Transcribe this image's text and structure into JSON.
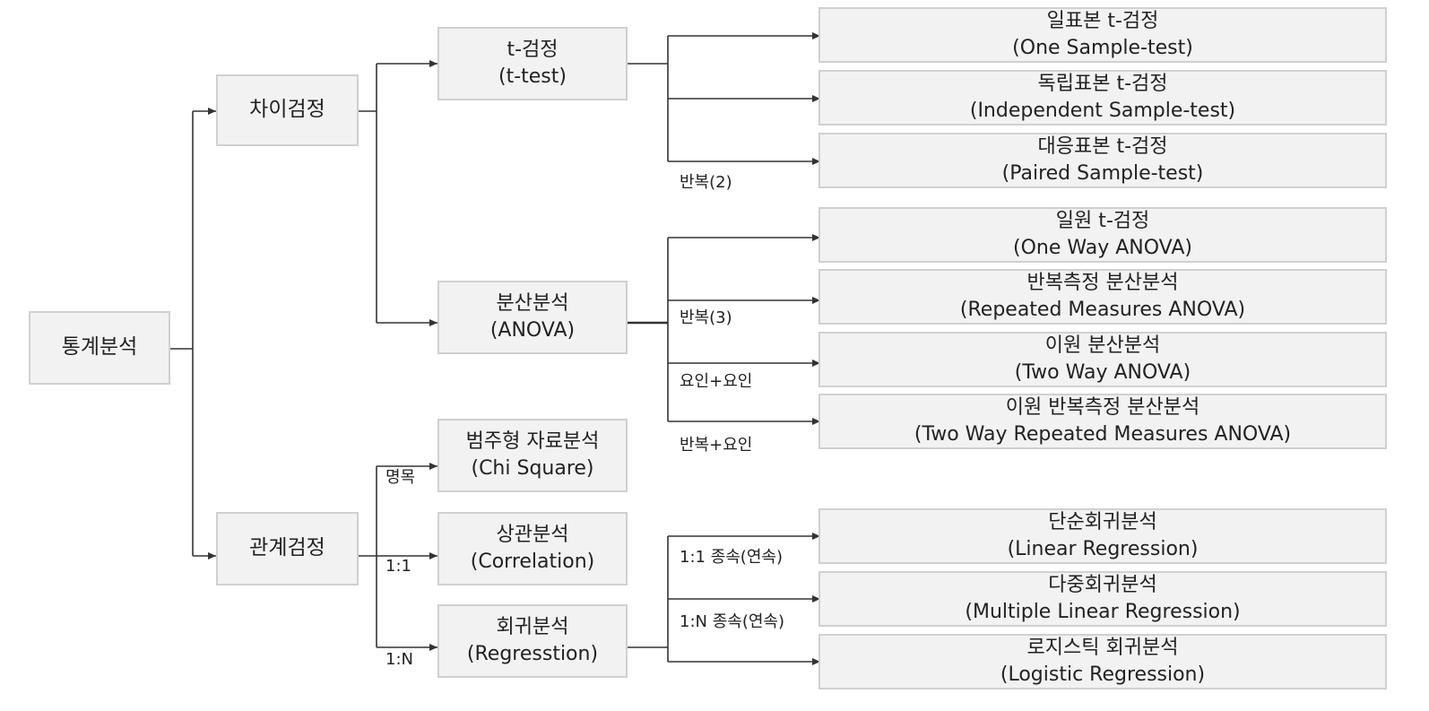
{
  "root": {
    "label": "통계분석"
  },
  "groups": {
    "difference": {
      "label": "차이검정"
    },
    "relation": {
      "label": "관계검정"
    }
  },
  "methods": {
    "ttest": {
      "ko": "t-검정",
      "en": "(t-test)"
    },
    "anova": {
      "ko": "분산분석",
      "en": "(ANOVA)"
    },
    "chi": {
      "ko": "범주형 자료분석",
      "en": "(Chi Square)"
    },
    "corr": {
      "ko": "상관분석",
      "en": "(Correlation)"
    },
    "reg": {
      "ko": "회귀분석",
      "en": "(Regresstion)"
    }
  },
  "leaves": {
    "one_sample": {
      "ko": "일표본 t-검정",
      "en": "(One Sample-test)"
    },
    "independent": {
      "ko": "독립표본 t-검정",
      "en": "(Independent Sample-test)"
    },
    "paired": {
      "ko": "대응표본 t-검정",
      "en": "(Paired Sample-test)"
    },
    "one_way": {
      "ko": "일원 t-검정",
      "en": "(One Way ANOVA)"
    },
    "repeated": {
      "ko": "반복측정 분산분석",
      "en": "(Repeated Measures ANOVA)"
    },
    "two_way": {
      "ko": "이원 분산분석",
      "en": "(Two Way ANOVA)"
    },
    "two_way_rep": {
      "ko": "이원 반복측정 분산분석",
      "en": "(Two Way Repeated Measures ANOVA)"
    },
    "linear": {
      "ko": "단순회귀분석",
      "en": "(Linear Regression)"
    },
    "multiple": {
      "ko": "다중회귀분석",
      "en": "(Multiple Linear Regression)"
    },
    "logistic": {
      "ko": "로지스틱 회귀분석",
      "en": "(Logistic Regression)"
    }
  },
  "edge_labels": {
    "repeat2": "반복(2)",
    "repeat3": "반복(3)",
    "factor_factor": "요인+요인",
    "repeat_factor": "반복+요인",
    "nominal": "명목",
    "one_one": "1:1",
    "one_n": "1:N",
    "one_one_dep": "1:1 종속(연속)",
    "one_n_dep": "1:N 종속(연속)"
  }
}
